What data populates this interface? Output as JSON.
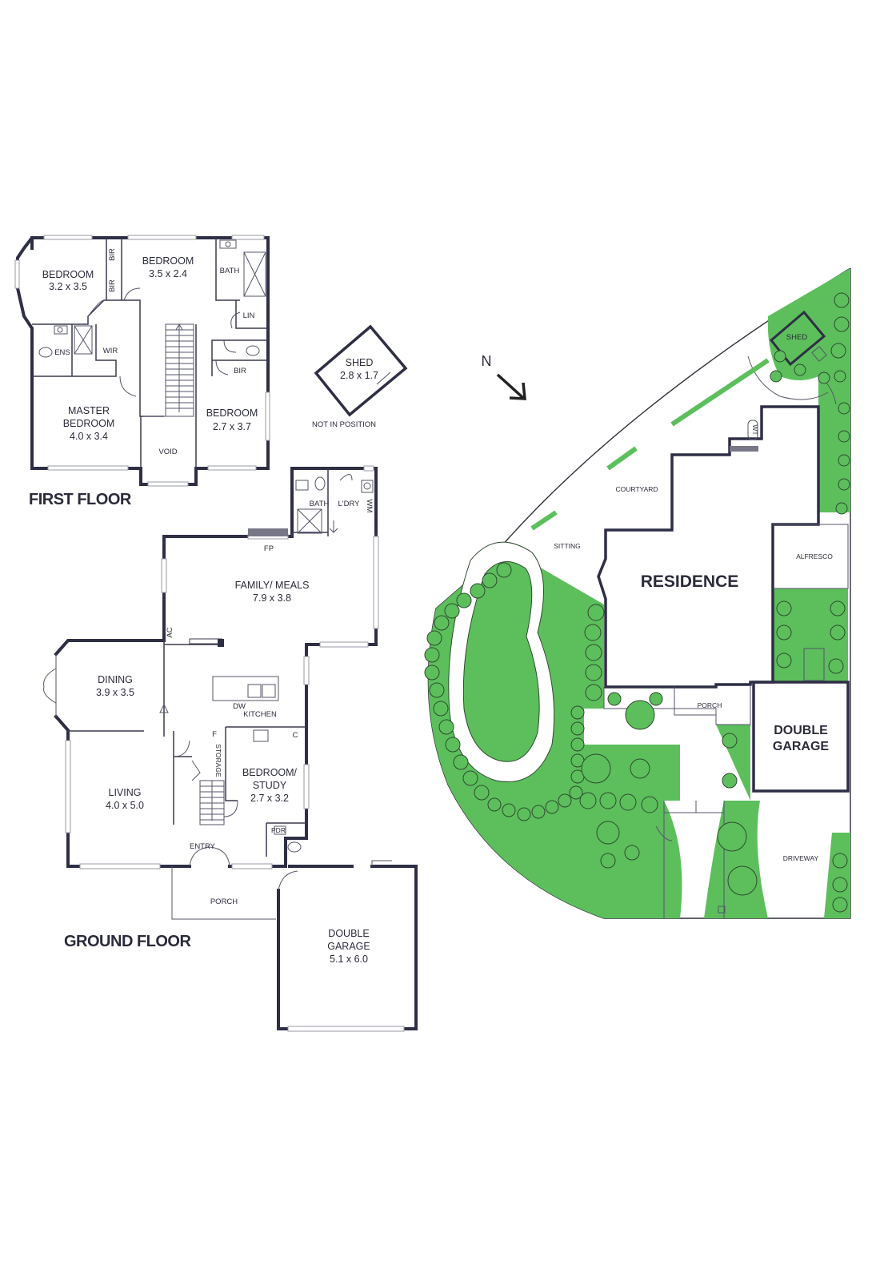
{
  "floors": {
    "first_floor": {
      "heading": "FIRST FLOOR",
      "rooms": [
        {
          "name": "BEDROOM",
          "size": "3.2 x 3.5"
        },
        {
          "name": "BEDROOM",
          "size": "3.5 x 2.4"
        },
        {
          "name": "MASTER BEDROOM",
          "line1": "MASTER",
          "line2": "BEDROOM",
          "size": "4.0 x 3.4"
        },
        {
          "name": "BEDROOM",
          "size": "2.7 x 3.7"
        }
      ],
      "labels": {
        "bir1": "BIR",
        "bir2": "BIR",
        "bir3": "BIR",
        "bath": "BATH",
        "lin": "LIN",
        "ens": "ENS",
        "wir": "WIR",
        "void": "VOID"
      }
    },
    "shed": {
      "name": "SHED",
      "size": "2.8 x 1.7",
      "note": "NOT IN POSITION"
    },
    "ground_floor": {
      "heading": "GROUND FLOOR",
      "rooms": {
        "family": {
          "name": "FAMILY/ MEALS",
          "size": "7.9 x 3.8"
        },
        "dining": {
          "name": "DINING",
          "size": "3.9 x 3.5"
        },
        "living": {
          "name": "LIVING",
          "size": "4.0 x 5.0"
        },
        "study": {
          "line1": "BEDROOM/",
          "line2": "STUDY",
          "size": "2.7 x 3.2"
        },
        "garage": {
          "line1": "DOUBLE",
          "line2": "GARAGE",
          "size": "5.1 x 6.0"
        }
      },
      "labels": {
        "bath": "BATH",
        "ldry": "L'DRY",
        "wm": "WM",
        "fp": "FP",
        "ac": "AC",
        "dw": "DW",
        "kitchen": "KITCHEN",
        "f": "F",
        "c": "C",
        "storage": "STORAGE",
        "pdr": "PDR",
        "entry": "ENTRY",
        "porch": "PORCH"
      }
    }
  },
  "site": {
    "north": "N",
    "residence": "RESIDENCE",
    "garage_line1": "DOUBLE",
    "garage_line2": "GARAGE",
    "shed": "SHED",
    "wt": "WT",
    "courtyard": "COURTYARD",
    "sitting": "SITTING",
    "alfresco": "ALFRESCO",
    "porch": "PORCH",
    "driveway": "DRIVEWAY"
  },
  "colors": {
    "lawn": "#5cbf5c",
    "wall": "#2e2e45",
    "text": "#2b2b3a"
  }
}
